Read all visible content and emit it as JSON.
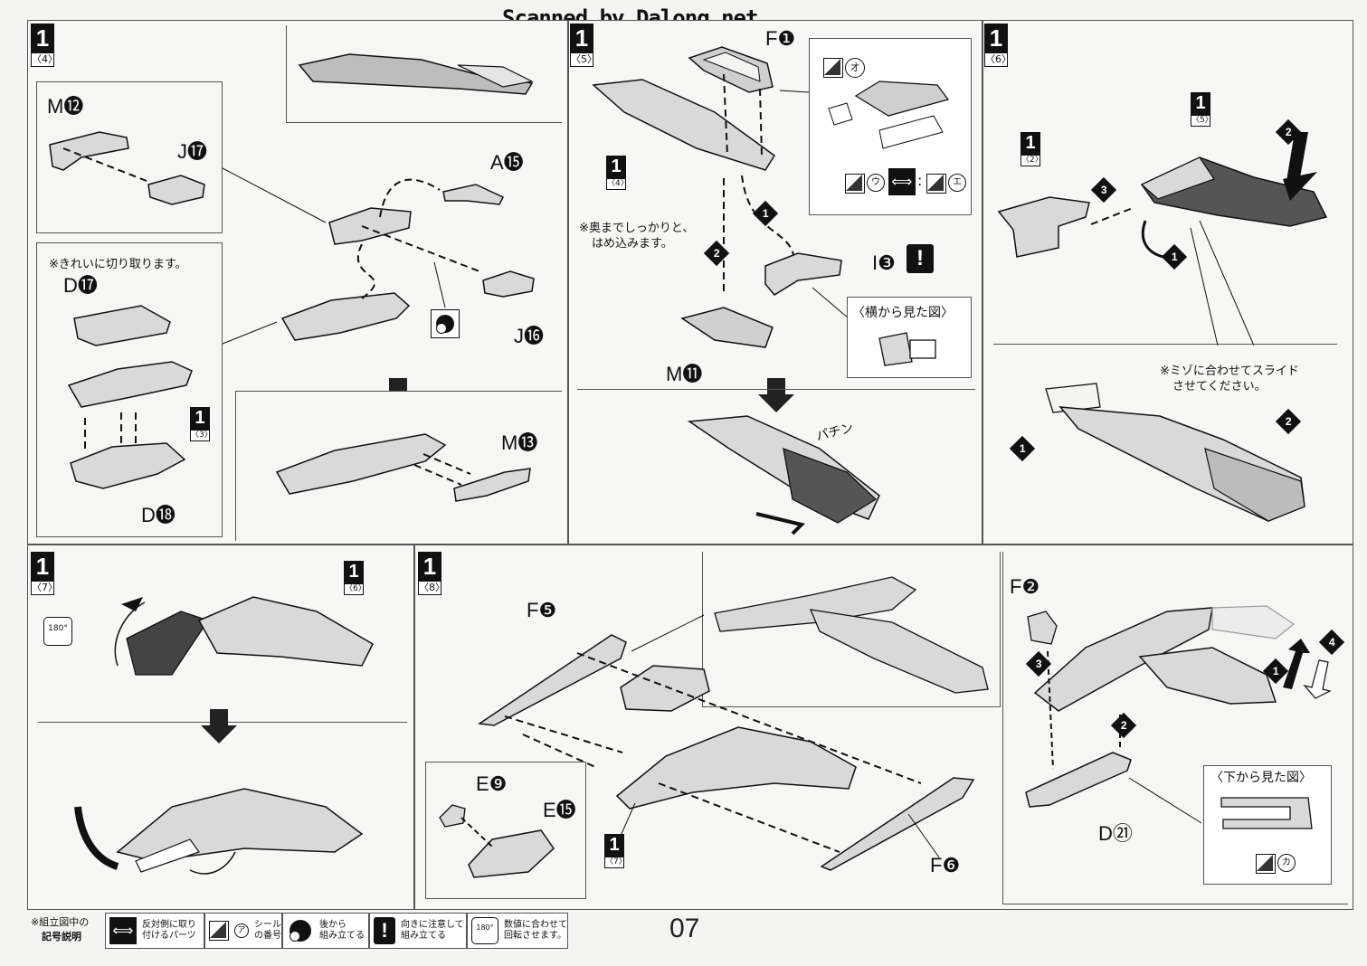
{
  "header": {
    "watermark": "Scanned by Dalong.net"
  },
  "page_number": "07",
  "steps": [
    {
      "id": "s4",
      "number": "1",
      "sub": "〈4〉",
      "parts": [
        "M⓬",
        "J⓱",
        "A⓯",
        "J⓰",
        "D⓱",
        "D⓲",
        "M⓭"
      ],
      "note": "※きれいに切り取ります。",
      "ref_badge": {
        "number": "1",
        "sub": "〈3〉"
      }
    },
    {
      "id": "s5",
      "number": "1",
      "sub": "〈5〉",
      "parts": [
        "F❶",
        "I❸",
        "M⓫"
      ],
      "note_line1": "※奥までしっかりと、",
      "note_line2": "はめ込みます。",
      "side_view": "〈横から見た図〉",
      "sound": "パチン",
      "ref_badge": {
        "number": "1",
        "sub": "〈4〉"
      },
      "seals": [
        "オ",
        "ウ",
        "エ"
      ]
    },
    {
      "id": "s6",
      "number": "1",
      "sub": "〈6〉",
      "note_line1": "※ミゾに合わせてスライド",
      "note_line2": "させてください。",
      "ref_badge_a": {
        "number": "1",
        "sub": "〈2〉"
      },
      "ref_badge_b": {
        "number": "1",
        "sub": "〈5〉"
      }
    },
    {
      "id": "s7",
      "number": "1",
      "sub": "〈7〉",
      "rotate_icon": "180°",
      "ref_badge": {
        "number": "1",
        "sub": "〈6〉"
      }
    },
    {
      "id": "s8",
      "number": "1",
      "sub": "〈8〉",
      "parts": [
        "F❺",
        "E❾",
        "E⓯",
        "F❻",
        "F❷",
        "D㉑"
      ],
      "bottom_view": "〈下から見た図〉",
      "seal": "カ",
      "ref_badge": {
        "number": "1",
        "sub": "〈7〉"
      }
    }
  ],
  "order_marks": [
    "1",
    "2",
    "3",
    "4"
  ],
  "legend": {
    "title_line1": "※組立図中の",
    "title_line2": "記号説明",
    "items": [
      {
        "icon": "opposite-side-icon",
        "line1": "反対側に取り",
        "line2": "付けるパーツ"
      },
      {
        "icon": "seal-number-icon",
        "glyph": "ア",
        "line1": "シール",
        "line2": "の番号"
      },
      {
        "icon": "assemble-later-icon",
        "line1": "後から",
        "line2": "組み立てる"
      },
      {
        "icon": "caution-icon",
        "glyph": "!",
        "line1": "向きに注意して",
        "line2": "組み立てる"
      },
      {
        "icon": "rotate-180-icon",
        "glyph": "180°",
        "line1": "数値に合わせて",
        "line2": "回転させます。"
      }
    ]
  },
  "colors": {
    "ink": "#111111",
    "part_fill": "#d9d9d9",
    "dark_part": "#555555",
    "paper": "#f4f4f2"
  }
}
